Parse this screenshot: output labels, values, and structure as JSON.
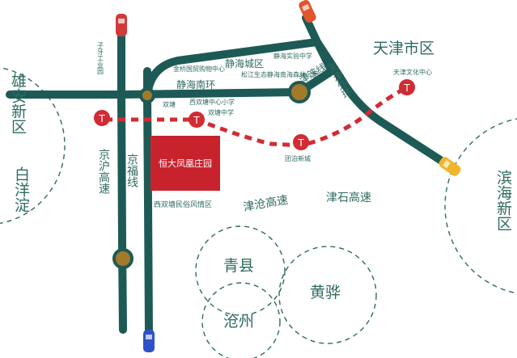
{
  "regions": {
    "xiongan": "雄安新区",
    "baiyangdian": "白洋淀",
    "tianjin": "天津市区",
    "binhai": "滨海新区",
    "qingxian": "青县",
    "huanghua": "黄骅",
    "cangzhou": "沧州"
  },
  "roads": {
    "jingfu": "京福线",
    "jinghu": "京沪高速",
    "jinghai_south_ring": "静海南环",
    "jinlai": "津涞线",
    "tianjin_outer_ring": "天津外环",
    "jincang": "津沧高速",
    "jinshi": "津石高速"
  },
  "places": {
    "ziya_industrial": "子牙工业园",
    "jinqiao_mall": "金桥国贸购物中心",
    "jinghai_city": "静海城区",
    "jinghai_school": "静海实验中学",
    "songjiang_forest": "松江生态静海南海森林公园",
    "shuangtang": "双塘",
    "xishuangtang_primary": "西双塘中心小学",
    "shuangtang_middle": "双塘中学",
    "tuanbo": "团泊新城",
    "tianjin_culture": "天津文化中心",
    "folk_area": "西双塘民俗风情区"
  },
  "project": {
    "name": "恒大凤凰庄园",
    "color": "#c8232c"
  },
  "colors": {
    "road": "#1e5a55",
    "rail": "#d22b33",
    "text": "#2f6b62",
    "node": "#a37a2a"
  },
  "icons": [
    "metro-icon",
    "car-red",
    "car-yellow",
    "car-blue"
  ]
}
